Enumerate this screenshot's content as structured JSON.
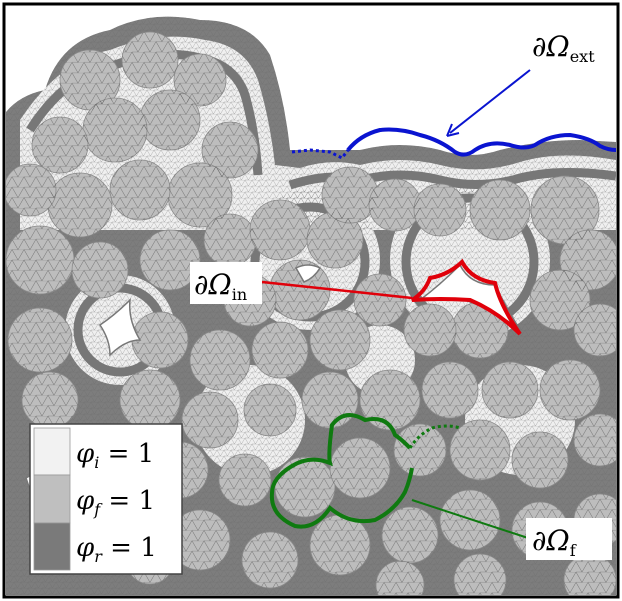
{
  "labels": {
    "ext": {
      "main": "∂Ω",
      "sub": "ext"
    },
    "in": {
      "main": "∂Ω",
      "sub": "in"
    },
    "f": {
      "main": "∂Ω",
      "sub": "f"
    }
  },
  "legend": [
    {
      "symbol": "φ",
      "sub": "i",
      "rest": " = 1",
      "color": "#f2f2f2"
    },
    {
      "symbol": "φ",
      "sub": "f",
      "rest": " = 1",
      "color": "#bfbfbf"
    },
    {
      "symbol": "φ",
      "sub": "r",
      "rest": " = 1",
      "color": "#7a7a7a"
    }
  ],
  "colors": {
    "external_boundary": "#0a14d0",
    "inner_boundary": "#e0000a",
    "fiber_boundary": "#0f7a10",
    "interphase": "#f0f0f0",
    "fiber": "#bdbdbd",
    "matrix": "#777777"
  }
}
